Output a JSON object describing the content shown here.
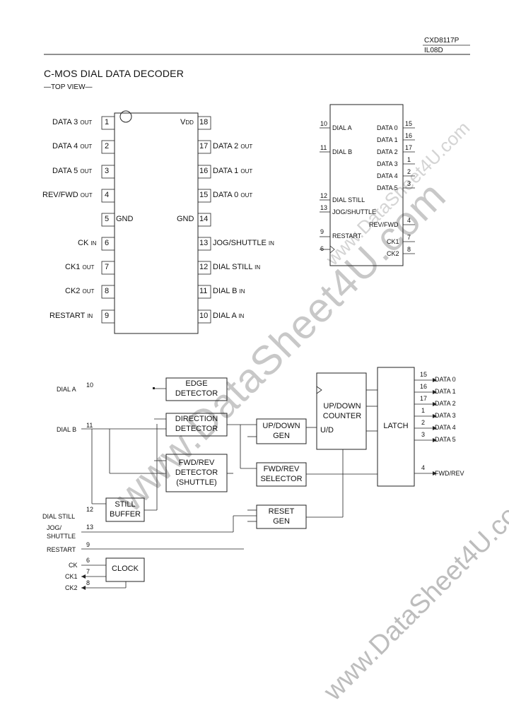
{
  "header": {
    "part_number": "CXD8117P",
    "doc_code": "IL08D"
  },
  "title": "C-MOS DIAL DATA DECODER",
  "subtitle": "—TOP VIEW—",
  "pinout": {
    "left": [
      {
        "num": "1",
        "label": "DATA 3",
        "suffix": "OUT"
      },
      {
        "num": "2",
        "label": "DATA 4",
        "suffix": "OUT"
      },
      {
        "num": "3",
        "label": "DATA 5",
        "suffix": "OUT"
      },
      {
        "num": "4",
        "label": "REV/FWD",
        "suffix": "OUT"
      },
      {
        "num": "5",
        "label": "",
        "suffix": ""
      },
      {
        "num": "6",
        "label": "CK",
        "suffix": "IN"
      },
      {
        "num": "7",
        "label": "CK1",
        "suffix": "OUT"
      },
      {
        "num": "8",
        "label": "CK2",
        "suffix": "OUT"
      },
      {
        "num": "9",
        "label": "RESTART",
        "suffix": "IN"
      }
    ],
    "right": [
      {
        "num": "18",
        "label": "V",
        "suffix": "DD"
      },
      {
        "num": "17",
        "label": "DATA 2",
        "suffix": "OUT"
      },
      {
        "num": "16",
        "label": "DATA 1",
        "suffix": "OUT"
      },
      {
        "num": "15",
        "label": "DATA 0",
        "suffix": "OUT"
      },
      {
        "num": "14",
        "label": "",
        "suffix": ""
      },
      {
        "num": "13",
        "label": "JOG/SHUTTLE",
        "suffix": "IN"
      },
      {
        "num": "12",
        "label": "DIAL STILL",
        "suffix": "IN"
      },
      {
        "num": "11",
        "label": "DIAL B",
        "suffix": "IN"
      },
      {
        "num": "10",
        "label": "DIAL A",
        "suffix": "IN"
      }
    ],
    "gnd_inside_left": "GND",
    "gnd_inside_right": "GND"
  },
  "logic_symbol": {
    "inputs": [
      {
        "num": "10",
        "label": "DIAL A"
      },
      {
        "num": "11",
        "label": "DIAL B"
      },
      {
        "num": "12",
        "label": "DIAL STILL"
      },
      {
        "num": "13",
        "label": "JOG/SHUTTLE"
      },
      {
        "num": "9",
        "label": "RESTART"
      },
      {
        "num": "6",
        "label": ""
      }
    ],
    "outputs": [
      {
        "num": "15",
        "label": "DATA 0"
      },
      {
        "num": "16",
        "label": "DATA 1"
      },
      {
        "num": "17",
        "label": "DATA 2"
      },
      {
        "num": "1",
        "label": "DATA 3"
      },
      {
        "num": "2",
        "label": "DATA 4"
      },
      {
        "num": "3",
        "label": "DATA 5"
      },
      {
        "num": "4",
        "label": "REV/FWD"
      },
      {
        "num": "7",
        "label": "CK1"
      },
      {
        "num": "8",
        "label": "CK2"
      }
    ]
  },
  "block_diagram": {
    "inputs": [
      {
        "label": "DIAL A",
        "num": "10"
      },
      {
        "label": "DIAL B",
        "num": "11"
      },
      {
        "label": "DIAL STILL",
        "num": "12"
      },
      {
        "label": "JOG/",
        "label2": "SHUTTLE",
        "num": "13"
      },
      {
        "label": "RESTART",
        "num": "9"
      },
      {
        "label": "CK",
        "num": "6"
      },
      {
        "label": "CK1",
        "num": "7"
      },
      {
        "label": "CK2",
        "num": "8"
      }
    ],
    "blocks": {
      "edge": [
        "EDGE",
        "DETECTOR"
      ],
      "direction": [
        "DIRECTION",
        "DETECTOR"
      ],
      "fwdrev_det": [
        "FWD/REV",
        "DETECTOR",
        "(SHUTTLE)"
      ],
      "still": [
        "STILL",
        "BUFFER"
      ],
      "updown_gen": [
        "UP/DOWN",
        "GEN"
      ],
      "fwdrev_sel": [
        "FWD/REV",
        "SELECTOR"
      ],
      "reset_gen": [
        "RESET",
        "GEN"
      ],
      "counter": [
        "UP/DOWN",
        "COUNTER",
        "U/D"
      ],
      "latch": [
        "LATCH"
      ],
      "clock": [
        "CLOCK"
      ]
    },
    "outputs": [
      {
        "num": "15",
        "label": "DATA 0"
      },
      {
        "num": "16",
        "label": "DATA 1"
      },
      {
        "num": "17",
        "label": "DATA 2"
      },
      {
        "num": "1",
        "label": "DATA 3"
      },
      {
        "num": "2",
        "label": "DATA 4"
      },
      {
        "num": "3",
        "label": "DATA 5"
      },
      {
        "num": "4",
        "label": "FWD/REV"
      }
    ]
  },
  "watermarks": [
    "www.DataSheet4U.com",
    "www.DataSheet4U.com",
    "www.DataSheet4U.com"
  ]
}
